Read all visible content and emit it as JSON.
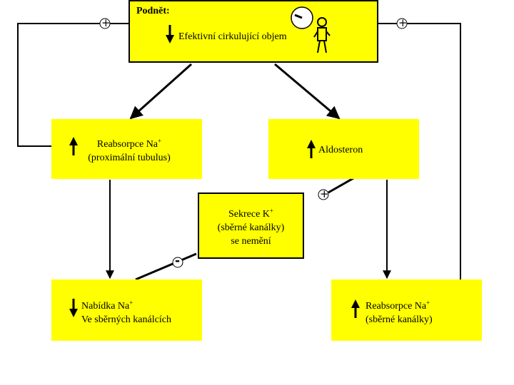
{
  "stimulus": {
    "title": "Podnět:",
    "text": "Efektivní cirkulující objem"
  },
  "reabsorption_proximal": {
    "line1_prefix": "Reabsorpce Na",
    "line1_sup": "+",
    "line2": "(proximální tubulus)"
  },
  "aldosterone": {
    "label": "Aldosteron"
  },
  "k_secretion": {
    "line1_prefix": "Sekrece K",
    "line1_sup": "+",
    "line2": "(sběrné kanálky)",
    "line3": "se nemění"
  },
  "na_offer": {
    "line1_prefix": "Nabídka Na",
    "line1_sup": "+",
    "line2": "Ve sběrných kanálcích"
  },
  "reabsorption_collecting": {
    "line1_prefix": "Reabsorpce Na",
    "line1_sup": "+",
    "line2": "(sběrné kanálky)"
  },
  "signs": {
    "left_feedback": "+",
    "right_feedback": "+",
    "aldosterone_to_k": "+",
    "k_to_offer": "-"
  }
}
